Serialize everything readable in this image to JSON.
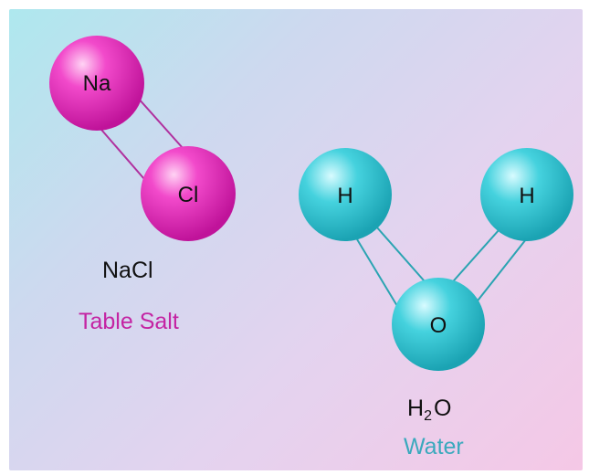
{
  "molecules": [
    {
      "formula": "NaCl",
      "name": "Table Salt",
      "atoms": [
        "Na",
        "Cl"
      ]
    },
    {
      "formula_main": "H",
      "formula_sub": "2",
      "formula_tail": "O",
      "name": "Water",
      "atoms": [
        "H",
        "H",
        "O"
      ]
    }
  ],
  "colors": {
    "nacl_atom": "#e81fb8",
    "nacl_name": "#c424a3",
    "water_atom": "#31c6d2",
    "water_name": "#3aa9bd",
    "bond_nacl": "#b0309e",
    "bond_water": "#2aa4b2"
  }
}
